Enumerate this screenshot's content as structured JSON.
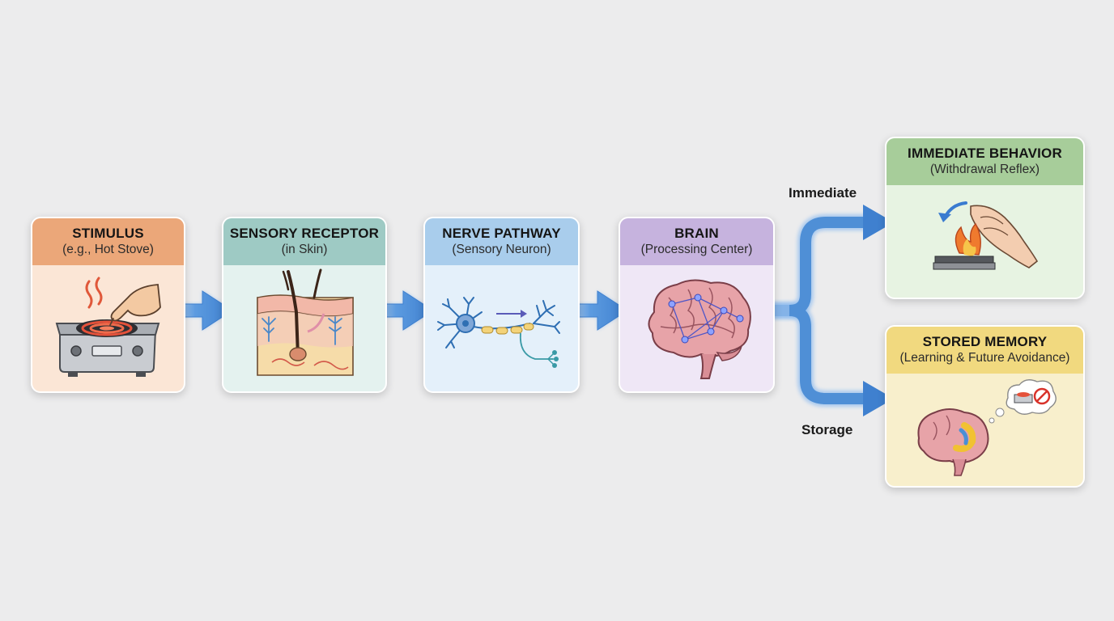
{
  "steps": [
    {
      "title": "STIMULUS",
      "subtitle": "(e.g., Hot Stove)",
      "icon": "hot-stove-icon",
      "head_color": "#eba779",
      "body_color": "#fbe6d6"
    },
    {
      "title": "SENSORY RECEPTOR",
      "subtitle": "(in Skin)",
      "icon": "skin-receptor-icon",
      "head_color": "#9ecac4",
      "body_color": "#e4f2ef"
    },
    {
      "title": "NERVE PATHWAY",
      "subtitle": "(Sensory Neuron)",
      "icon": "neuron-icon",
      "head_color": "#a9cdec",
      "body_color": "#e4f0fa"
    },
    {
      "title": "BRAIN",
      "subtitle": "(Processing Center)",
      "icon": "brain-icon",
      "head_color": "#c6b3de",
      "body_color": "#efe7f6"
    }
  ],
  "outcomes": [
    {
      "title": "IMMEDIATE BEHAVIOR",
      "subtitle": "(Withdrawal Reflex)",
      "icon": "hand-withdraw-icon",
      "head_color": "#a7cd9a",
      "body_color": "#e7f3e2"
    },
    {
      "title": "STORED MEMORY",
      "subtitle": "(Learning & Future Avoidance)",
      "icon": "memory-brain-icon",
      "head_color": "#f1d97f",
      "body_color": "#f8efcc"
    }
  ],
  "branches": {
    "immediate": "Immediate",
    "storage": "Storage"
  },
  "arrow_color": "#4f8fd6"
}
